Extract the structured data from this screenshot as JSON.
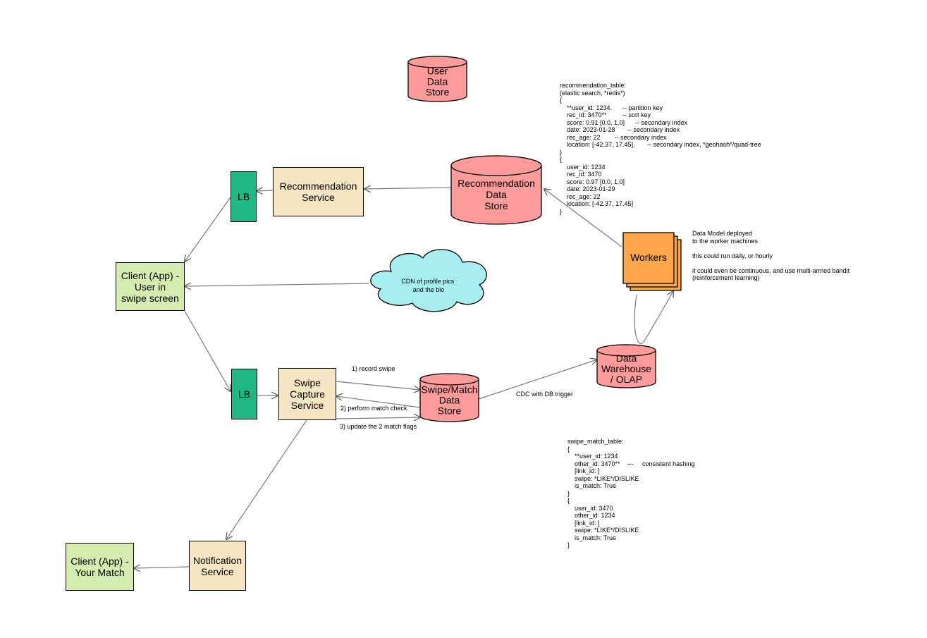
{
  "nodes": {
    "user_store": [
      "User",
      "Data",
      "Store"
    ],
    "rec_service": [
      "Recommendation",
      "Service"
    ],
    "lb_top": "LB",
    "rec_store": [
      "Recommendation",
      "Data",
      "Store"
    ],
    "client_swipe": [
      "Client (App) -",
      "User in",
      "swipe screen"
    ],
    "cdn": [
      "CDN of profile pics",
      "and the bio"
    ],
    "workers": "Workers",
    "lb_bottom": "LB",
    "swipe_service": [
      "Swipe",
      "Capture",
      "Service"
    ],
    "swipe_store": [
      "Swipe/Match",
      "Data",
      "Store"
    ],
    "warehouse": [
      "Data",
      "Warehouse",
      "/ OLAP"
    ],
    "notification_service": [
      "Notification",
      "Service"
    ],
    "client_match": [
      "Client (App) -",
      "Your Match"
    ]
  },
  "edge_labels": {
    "record_swipe": "1) record swipe",
    "match_check": "2) perform match check",
    "update_flags": "3) update the 2 match flags",
    "cdc": "CDC with DB trigger"
  },
  "notes": {
    "recommendation_table": "recommendation_table:\n(elastic search, *redis*)\n{\n    **user_id: 1234.      -- partition key\n    rec_id: 3470**         -- sort key\n    score: 0.91 [0.0, 1.0]      -- secondary index\n    date: 2023-01-28       -- secondary index\n    rec_age: 22        -- secondary index\n    location: [-42.37, 17.45].       -- secondary index, *geohash*/quad-tree\n}\n{\n    user_id: 1234\n    rec_id: 3470\n    score: 0.97 [0.0, 1.0]\n    date: 2023-01-29\n    rec_age: 22\n    location: [-42.37, 17.45]\n}",
    "workers_note": "Data Model deployed\nto the worker machines\n\nthis could run daily, or hourly\n\nit could even be continuous, and use multi-armed bandit\n(reinforcement learning)",
    "swipe_match_table": "swipe_match_table:\n{\n    **user_id: 1234\n    other_id: 3470**    ---     consistent hashing\n    [link_id: ]\n    swipe: *LIKE*/DISLIKE\n    is_match: True\n}\n{\n    user_id: 3470\n    other_id: 1234\n    [link_id: ]\n    swipe: *LIKE*/DISLIKE\n    is_match: True\n}"
  },
  "colors": {
    "datastore": "#ff9b9b",
    "service": "#f7e6c4",
    "client": "#d4ecb0",
    "lb": "#1fb784",
    "cdn": "#a8eef0",
    "workers": "#ffa64d",
    "edge": "#7a7a7a"
  }
}
